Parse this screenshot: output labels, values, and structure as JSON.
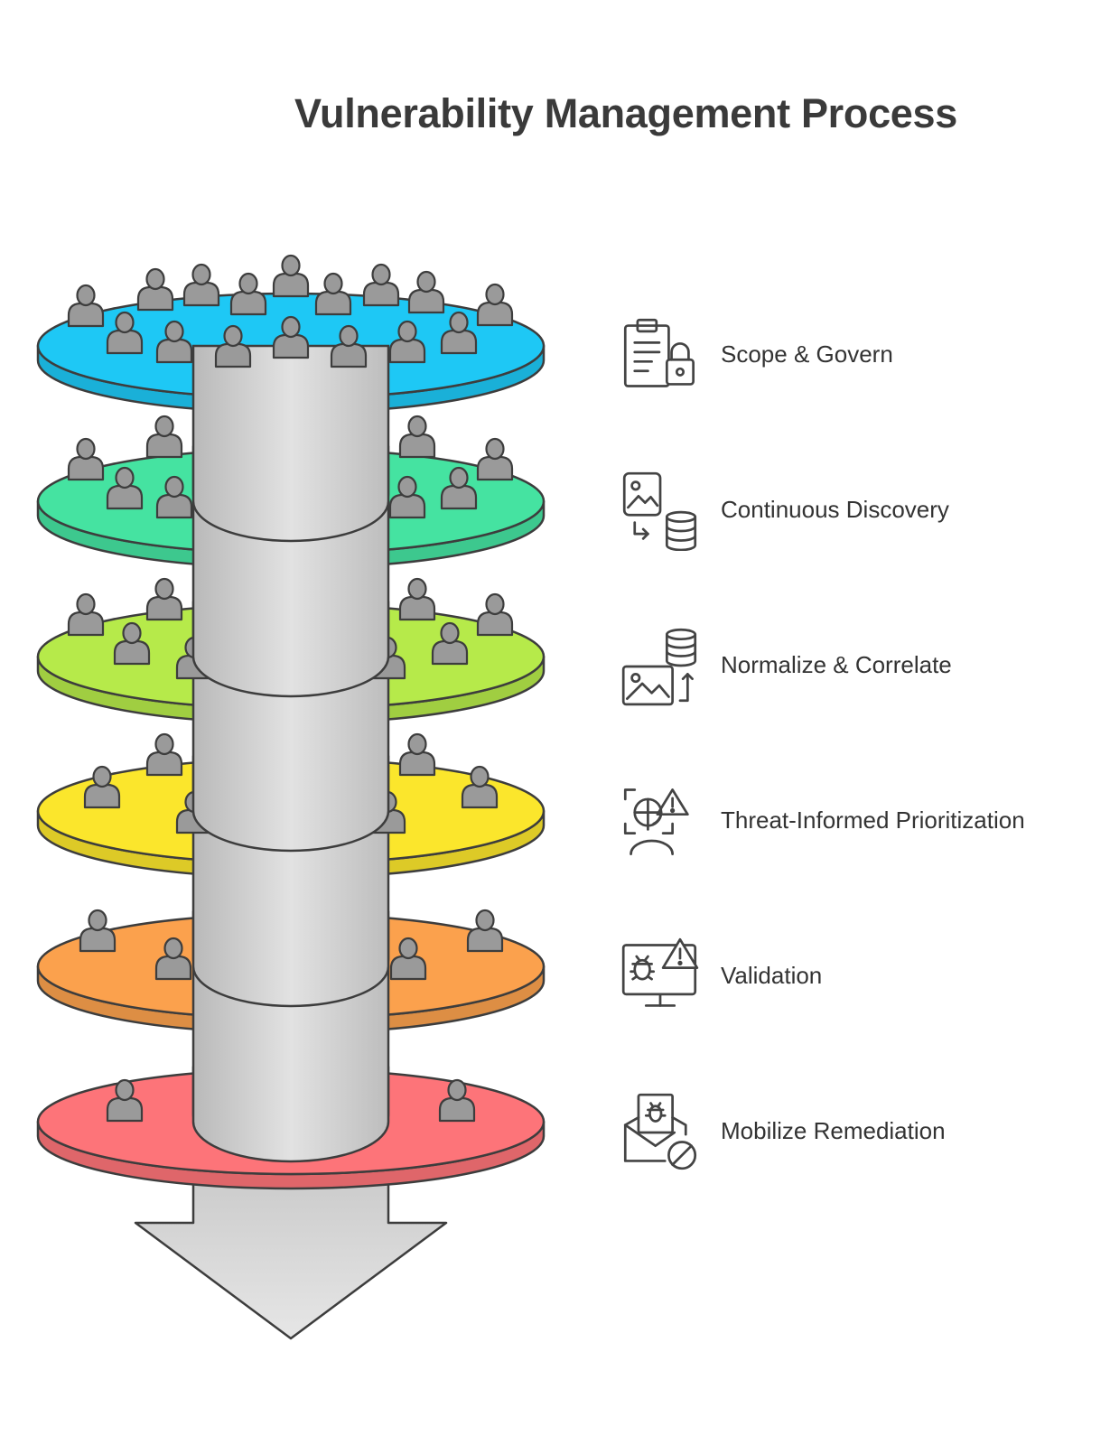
{
  "title": "Vulnerability Management Process",
  "steps": [
    {
      "label": "Scope & Govern",
      "color": "#1ec8f5",
      "icon": "clipboard-lock-icon"
    },
    {
      "label": "Continuous Discovery",
      "color": "#45e3a1",
      "icon": "image-to-database-icon"
    },
    {
      "label": "Normalize & Correlate",
      "color": "#b6ea4a",
      "icon": "image-and-database-icon"
    },
    {
      "label": "Threat-Informed Prioritization",
      "color": "#fbe62c",
      "icon": "target-person-warning-icon"
    },
    {
      "label": "Validation",
      "color": "#fba14d",
      "icon": "bug-monitor-warning-icon"
    },
    {
      "label": "Mobilize Remediation",
      "color": "#fd7479",
      "icon": "bug-mail-block-icon"
    }
  ]
}
